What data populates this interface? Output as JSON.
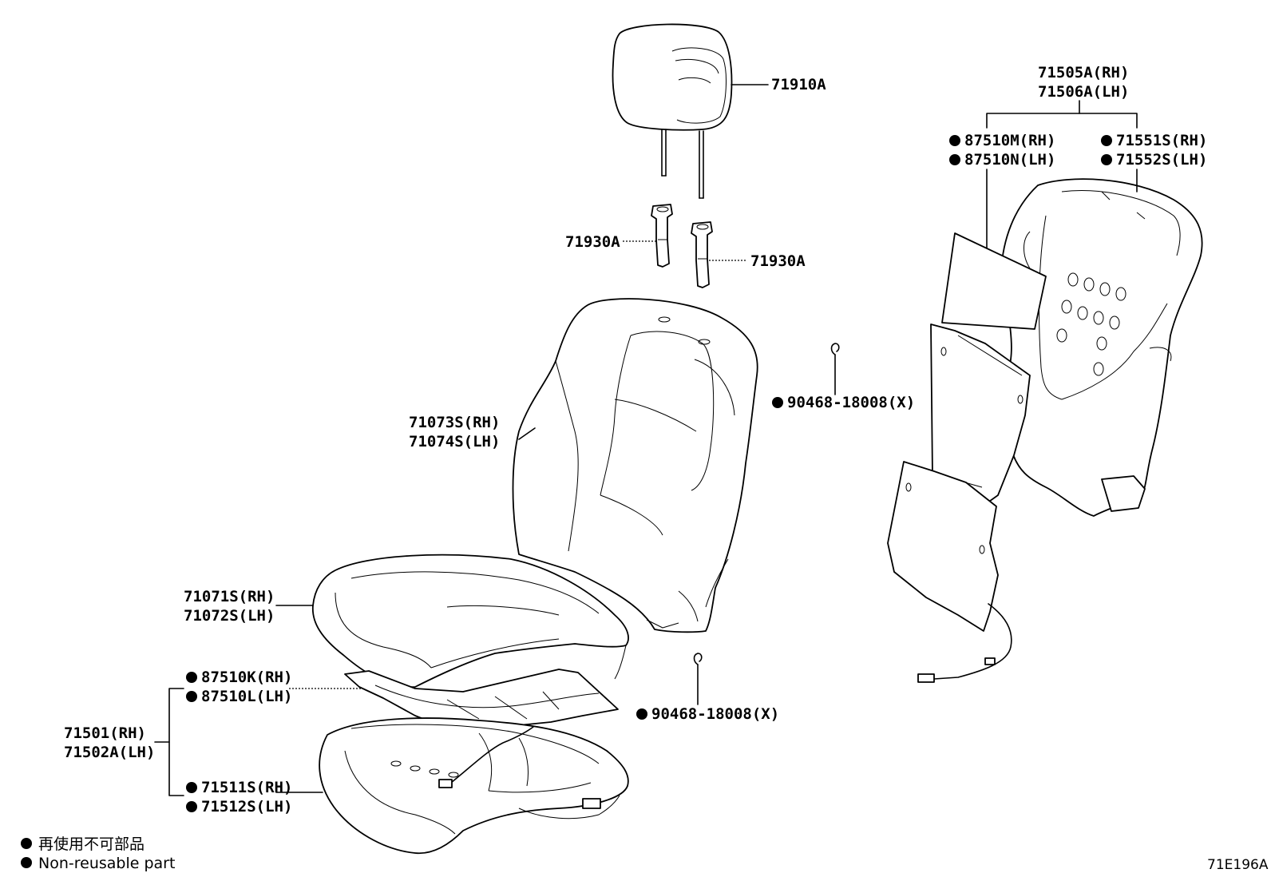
{
  "labels": {
    "headrest": "71910A",
    "support_left": "71930A",
    "support_right": "71930A",
    "back_cover_rh": "71073S(RH)",
    "back_cover_lh": "71074S(LH)",
    "cushion_cover_rh": "71071S(RH)",
    "cushion_cover_lh": "71072S(LH)",
    "cushion_heater_rh": "87510K(RH)",
    "cushion_heater_lh": "87510L(LH)",
    "cushion_assy_rh": "71501(RH)",
    "cushion_assy_lh": "71502A(LH)",
    "cushion_pad_rh": "71511S(RH)",
    "cushion_pad_lh": "71512S(LH)",
    "hog_ring_lower": "90468-18008(X)",
    "hog_ring_upper": "90468-18008(X)",
    "back_frame_rh": "71505A(RH)",
    "back_frame_lh": "71506A(LH)",
    "back_heater_rh": "87510M(RH)",
    "back_heater_lh": "87510N(LH)",
    "back_pad_rh": "71551S(RH)",
    "back_pad_lh": "71552S(LH)"
  },
  "legend": {
    "jp": "再使用不可部品",
    "en": "Non-reusable part"
  },
  "reference": "71E196A"
}
